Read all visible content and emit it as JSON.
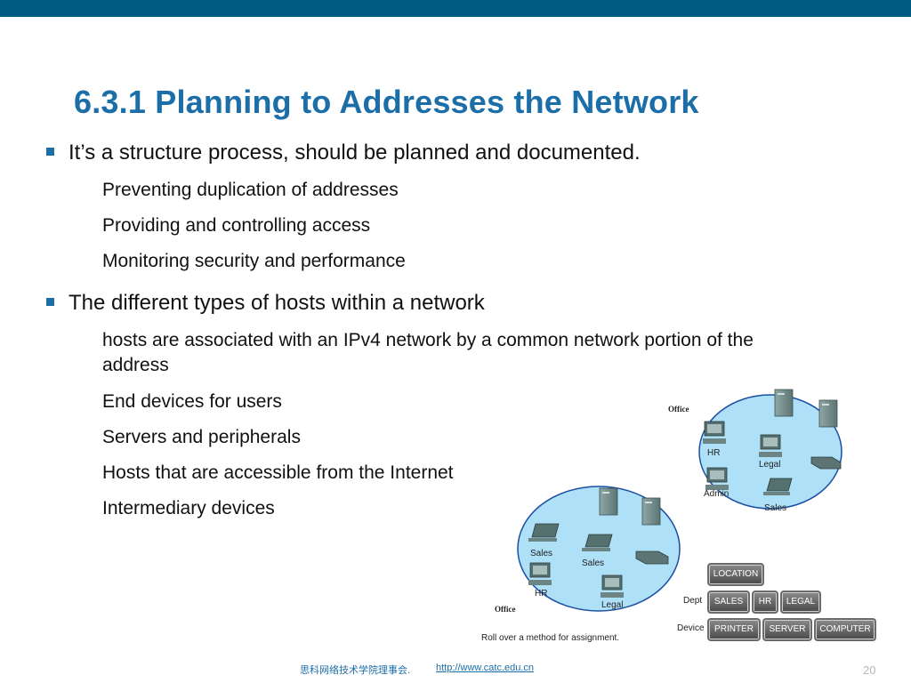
{
  "slide": {
    "title": "6.3.1 Planning to Addresses the Network",
    "bullets": [
      {
        "text": "It’s a structure process, should be planned and documented.",
        "subs": [
          "Preventing duplication of addresses",
          "Providing and controlling access",
          "Monitoring security and performance"
        ]
      },
      {
        "text": "The different types of hosts within a network",
        "subs": [
          "hosts are associated with an IPv4 network by a common network portion of the address",
          "End devices for users",
          "Servers and peripherals",
          "Hosts that are accessible from the Internet",
          "Intermediary devices"
        ]
      }
    ]
  },
  "diagram": {
    "top_network": {
      "label": "Office",
      "device_labels": [
        "HR",
        "Legal",
        "Admin",
        "Sales"
      ]
    },
    "bottom_network": {
      "label": "Office",
      "device_labels": [
        "Sales",
        "Sales",
        "HR",
        "Legal"
      ]
    },
    "location_button": "LOCATION",
    "dept_label": "Dept",
    "dept_buttons": [
      "SALES",
      "HR",
      "LEGAL"
    ],
    "device_label": "Device",
    "device_buttons": [
      "PRINTER",
      "SERVER",
      "COMPUTER"
    ],
    "rollover_text": "Roll over a method for assignment."
  },
  "footer": {
    "org": "思科网络技术学院理事会.",
    "url": "http://www.catc.edu.cn",
    "page": "20"
  },
  "colors": {
    "topbar": "#005b82",
    "title": "#1b6ea8",
    "bullet": "#1b6ea8",
    "network_fill": "#aee0f8",
    "network_stroke": "#1b4fa3"
  }
}
